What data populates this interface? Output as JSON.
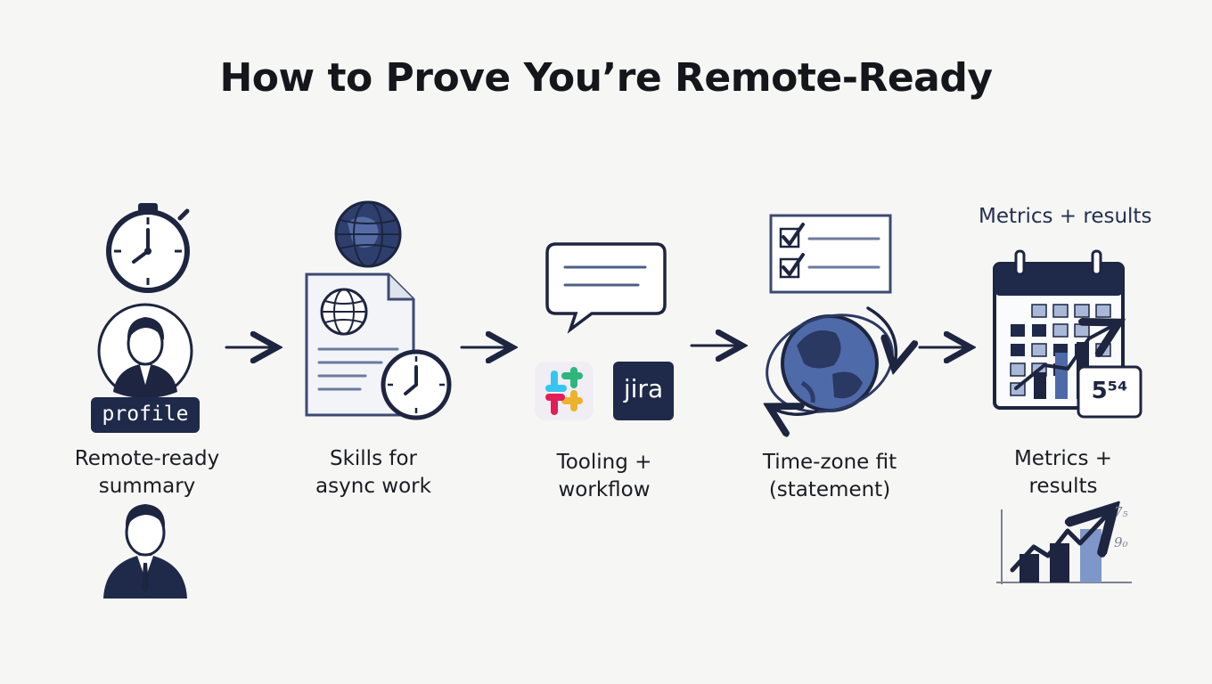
{
  "title": "How to Prove You’re Remote-Ready",
  "steps": [
    {
      "label": "Remote-ready\nsummary",
      "badge": "profile"
    },
    {
      "label": "Skills for\nasync work"
    },
    {
      "label": "Tooling +\nworkflow",
      "tool_badge": "jira"
    },
    {
      "label": "Time-zone fit\n(statement)"
    },
    {
      "label": "Metrics +\nresults",
      "header_note": "Metrics + results",
      "number_card": "5⁵⁴",
      "chart_notes": [
        "7₅",
        "9₀"
      ]
    }
  ],
  "colors": {
    "ink": "#1d2540",
    "navy": "#1f2a4a",
    "mid_blue": "#4e6aa8",
    "light_blue": "#a9b8d8",
    "paper": "#f6f6f5"
  },
  "icons": [
    "stopwatch-icon",
    "person-avatar-icon",
    "globe-icon",
    "document-icon",
    "clock-icon",
    "chat-bubble-icon",
    "slack-icon",
    "jira-icon",
    "checklist-icon",
    "rotating-globe-icon",
    "calendar-icon",
    "bar-chart-icon"
  ]
}
